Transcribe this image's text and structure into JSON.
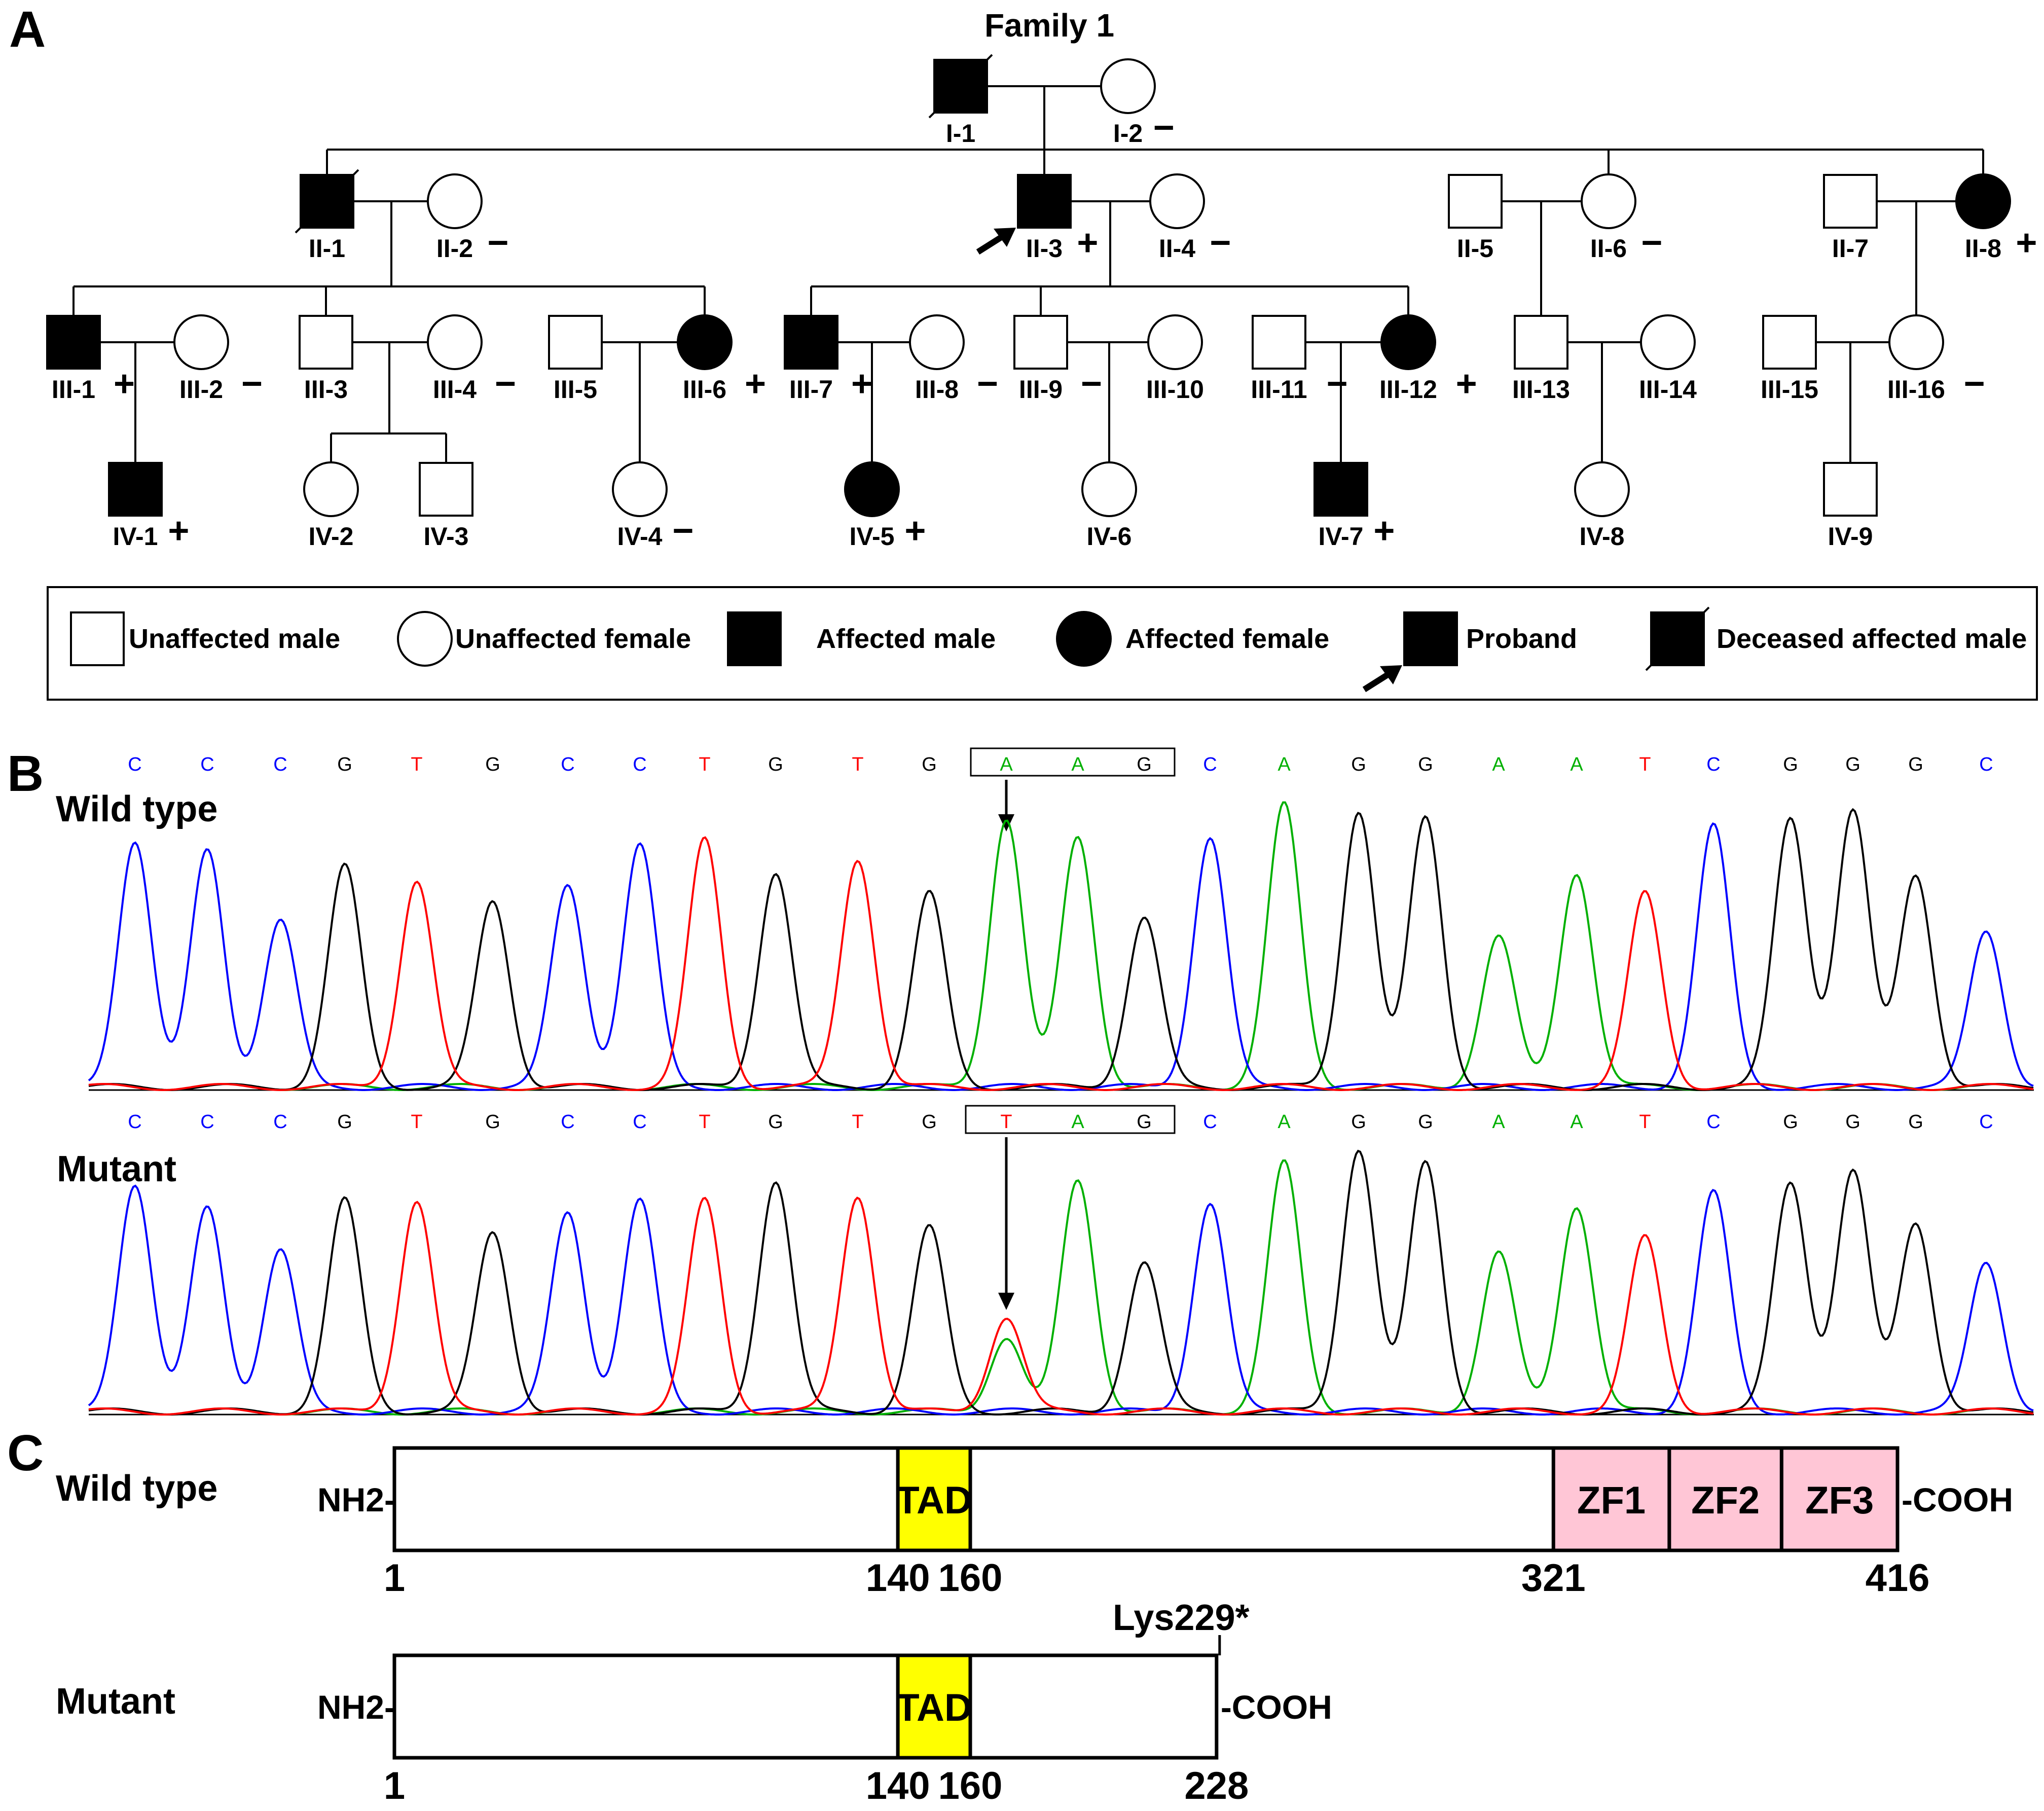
{
  "panels": {
    "a": "A",
    "b": "B",
    "c": "C"
  },
  "pedigree": {
    "title": "Family 1",
    "individuals": [
      {
        "id": "I-1",
        "sex": "male",
        "affected": true,
        "deceased": true,
        "status": ""
      },
      {
        "id": "I-2",
        "sex": "female",
        "affected": false,
        "deceased": false,
        "status": "−"
      },
      {
        "id": "II-1",
        "sex": "male",
        "affected": true,
        "deceased": true,
        "status": ""
      },
      {
        "id": "II-2",
        "sex": "female",
        "affected": false,
        "deceased": false,
        "status": "−"
      },
      {
        "id": "II-3",
        "sex": "male",
        "affected": true,
        "deceased": false,
        "proband": true,
        "status": "+"
      },
      {
        "id": "II-4",
        "sex": "female",
        "affected": false,
        "deceased": false,
        "status": "−"
      },
      {
        "id": "II-5",
        "sex": "male",
        "affected": false,
        "deceased": false,
        "status": ""
      },
      {
        "id": "II-6",
        "sex": "female",
        "affected": false,
        "deceased": false,
        "status": "−"
      },
      {
        "id": "II-7",
        "sex": "male",
        "affected": false,
        "deceased": false,
        "status": ""
      },
      {
        "id": "II-8",
        "sex": "female",
        "affected": true,
        "deceased": false,
        "status": "+"
      },
      {
        "id": "III-1",
        "sex": "male",
        "affected": true,
        "deceased": false,
        "status": "+"
      },
      {
        "id": "III-2",
        "sex": "female",
        "affected": false,
        "deceased": false,
        "status": "−"
      },
      {
        "id": "III-3",
        "sex": "male",
        "affected": false,
        "deceased": false,
        "status": ""
      },
      {
        "id": "III-4",
        "sex": "female",
        "affected": false,
        "deceased": false,
        "status": "−"
      },
      {
        "id": "III-5",
        "sex": "male",
        "affected": false,
        "deceased": false,
        "status": ""
      },
      {
        "id": "III-6",
        "sex": "female",
        "affected": true,
        "deceased": false,
        "status": "+"
      },
      {
        "id": "III-7",
        "sex": "male",
        "affected": true,
        "deceased": false,
        "status": "+"
      },
      {
        "id": "III-8",
        "sex": "female",
        "affected": false,
        "deceased": false,
        "status": "−"
      },
      {
        "id": "III-9",
        "sex": "male",
        "affected": false,
        "deceased": false,
        "status": "−"
      },
      {
        "id": "III-10",
        "sex": "female",
        "affected": false,
        "deceased": false,
        "status": ""
      },
      {
        "id": "III-11",
        "sex": "male",
        "affected": false,
        "deceased": false,
        "status": "−"
      },
      {
        "id": "III-12",
        "sex": "female",
        "affected": true,
        "deceased": false,
        "status": "+"
      },
      {
        "id": "III-13",
        "sex": "male",
        "affected": false,
        "deceased": false,
        "status": ""
      },
      {
        "id": "III-14",
        "sex": "female",
        "affected": false,
        "deceased": false,
        "status": ""
      },
      {
        "id": "III-15",
        "sex": "male",
        "affected": false,
        "deceased": false,
        "status": ""
      },
      {
        "id": "III-16",
        "sex": "female",
        "affected": false,
        "deceased": false,
        "status": "−"
      },
      {
        "id": "IV-1",
        "sex": "male",
        "affected": true,
        "deceased": false,
        "status": "+"
      },
      {
        "id": "IV-2",
        "sex": "female",
        "affected": false,
        "deceased": false,
        "status": ""
      },
      {
        "id": "IV-3",
        "sex": "male",
        "affected": false,
        "deceased": false,
        "status": ""
      },
      {
        "id": "IV-4",
        "sex": "female",
        "affected": false,
        "deceased": false,
        "status": "−"
      },
      {
        "id": "IV-5",
        "sex": "female",
        "affected": true,
        "deceased": false,
        "status": "+"
      },
      {
        "id": "IV-6",
        "sex": "female",
        "affected": false,
        "deceased": false,
        "status": ""
      },
      {
        "id": "IV-7",
        "sex": "male",
        "affected": true,
        "deceased": false,
        "status": "+"
      },
      {
        "id": "IV-8",
        "sex": "female",
        "affected": false,
        "deceased": false,
        "status": ""
      },
      {
        "id": "IV-9",
        "sex": "male",
        "affected": false,
        "deceased": false,
        "status": ""
      }
    ],
    "legend": [
      {
        "symbol": "unaffected-male",
        "label": "Unaffected male"
      },
      {
        "symbol": "unaffected-female",
        "label": "Unaffected female"
      },
      {
        "symbol": "affected-male",
        "label": "Affected male"
      },
      {
        "symbol": "affected-female",
        "label": "Affected female"
      },
      {
        "symbol": "proband",
        "label": "Proband"
      },
      {
        "symbol": "deceased-affected-male",
        "label": "Deceased affected male"
      }
    ]
  },
  "sequencing": {
    "base_colors": {
      "A": "#00b000",
      "C": "#0000ff",
      "G": "#000000",
      "T": "#ff0000"
    },
    "tracks": [
      {
        "label": "Wild type",
        "bases": "CCCGTGCCTGTGAAGCAGGAATCGGGC",
        "codon": "AAG",
        "mutation_index": 12
      },
      {
        "label": "Mutant",
        "bases": "CCCGTGCCTGTGTAGCAGGAATCGGGC",
        "codon": "TAG",
        "mutation_index": 12,
        "heterozygous_second_base": "A"
      }
    ]
  },
  "protein": {
    "wild_type": {
      "label": "Wild type",
      "n_term": "NH2",
      "c_term": "COOH",
      "length": 416,
      "domains": [
        {
          "name": "TAD",
          "start": 140,
          "end": 160,
          "color": "#ffff00"
        },
        {
          "name": "ZF1",
          "start": 321,
          "end": 353,
          "color": "#ffc6d6"
        },
        {
          "name": "ZF2",
          "start": 353,
          "end": 384,
          "color": "#ffc6d6"
        },
        {
          "name": "ZF3",
          "start": 384,
          "end": 416,
          "color": "#ffc6d6"
        }
      ],
      "ticks": [
        "1",
        "140",
        "160",
        "321",
        "416"
      ]
    },
    "mutant": {
      "label": "Mutant",
      "n_term": "NH2",
      "c_term": "COOH",
      "length": 228,
      "mutation": "Lys229*",
      "domains": [
        {
          "name": "TAD",
          "start": 140,
          "end": 160,
          "color": "#ffff00"
        }
      ],
      "ticks": [
        "1",
        "140",
        "160",
        "228"
      ]
    }
  }
}
